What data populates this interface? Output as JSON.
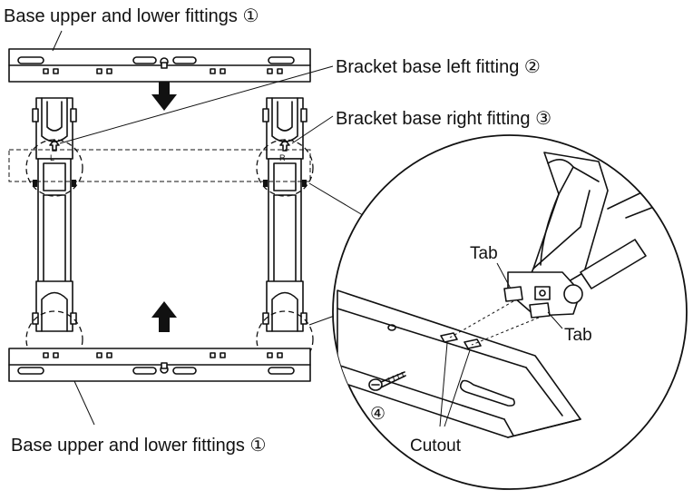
{
  "labels": {
    "base_top": "Base upper and lower fittings",
    "base_top_num": "①",
    "bracket_left": "Bracket base left fitting",
    "bracket_left_num": "②",
    "bracket_right": "Bracket base right fitting",
    "bracket_right_num": "③",
    "base_bottom": "Base upper and lower fittings",
    "base_bottom_num": "①",
    "tab_top": "Tab",
    "tab_right": "Tab",
    "cutout": "Cutout",
    "screw_num": "④",
    "mark_left": "L",
    "mark_right": "R"
  }
}
